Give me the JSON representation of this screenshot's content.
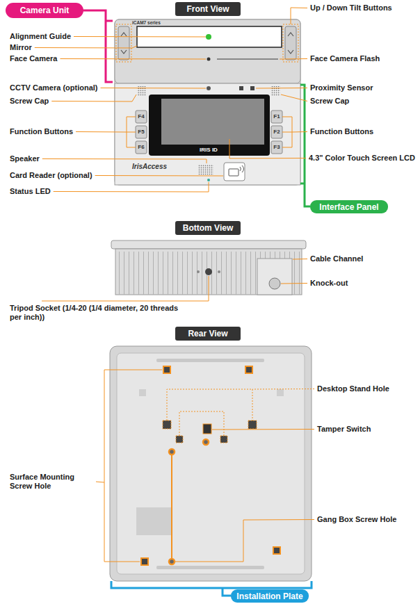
{
  "diagram": {
    "nodes": [
      {
        "text": [
          "Camera Unit"
        ]
      },
      {
        "text": [
          "Front View"
        ]
      },
      {
        "text": [
          "Interface Panel"
        ]
      },
      {
        "text": [
          "Bottom View"
        ]
      },
      {
        "text": [
          "Rear View"
        ]
      },
      {
        "text": [
          "Installation Plate"
        ]
      }
    ],
    "labels": [
      "Alignment Guide",
      "Mirror",
      "Face Camera",
      "CCTV Camera (optional)",
      "Screw Cap",
      "Function Buttons",
      "Speaker",
      "Card Reader (optional)",
      "Status LED",
      "Up / Down Tilt Buttons",
      "Face Camera Flash",
      "Proximity Sensor",
      "Screw Cap",
      "Function Buttons",
      "4.3\" Color Touch Screen LCD",
      "Tripod Socket (1/4-20 (1/4 diameter, 20 threads per inch))",
      "Cable Channel",
      "Knock-out",
      "Surface Mounting Screw Hole",
      "Desktop Stand Hole",
      "Tamper Switch",
      "Gang Box Screw Hole",
      "iCAM7 series",
      "F4",
      "F5",
      "F6",
      "F1",
      "F2",
      "F3",
      "IrisAccess",
      "IRIS ID"
    ]
  }
}
